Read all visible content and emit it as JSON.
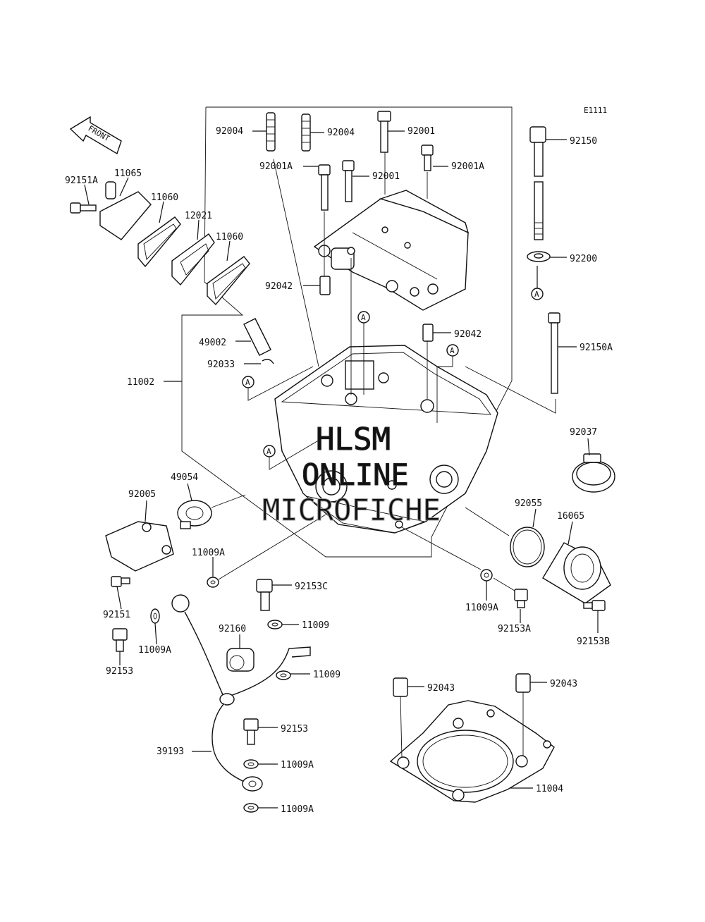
{
  "diagram_code": "E1111",
  "front_label": "FRONT",
  "ref_marker": "A",
  "watermark": {
    "line1": "HLSM",
    "line2": "ONLINE",
    "line3": "MICROFICHE"
  },
  "parts": {
    "p92004_a": "92004",
    "p92004_b": "92004",
    "p92001_top": "92001",
    "p92001_mid": "92001",
    "p92001A_left": "92001A",
    "p92001A_right": "92001A",
    "p92150": "92150",
    "p92200": "92200",
    "p92150A": "92150A",
    "p92151A": "92151A",
    "p11065": "11065",
    "p11060_a": "11060",
    "p11060_b": "11060",
    "p12021": "12021",
    "p92042_left": "92042",
    "p92042_right": "92042",
    "p49002": "49002",
    "p92033": "92033",
    "p11002": "11002",
    "p92037": "92037",
    "p49054": "49054",
    "p92005": "92005",
    "p92055": "92055",
    "p16065": "16065",
    "p11009A_a": "11009A",
    "p92153C": "92153C",
    "p11009A_b": "11009A",
    "p92153A": "92153A",
    "p92153B": "92153B",
    "p92151": "92151",
    "p11009A_c": "11009A",
    "p92153_a": "92153",
    "p92160": "92160",
    "p11009_a": "11009",
    "p11009_b": "11009",
    "p92043_a": "92043",
    "p92043_b": "92043",
    "p92153_b": "92153",
    "p39193": "39193",
    "p11009A_d": "11009A",
    "p11009A_e": "11009A",
    "p11004": "11004"
  }
}
